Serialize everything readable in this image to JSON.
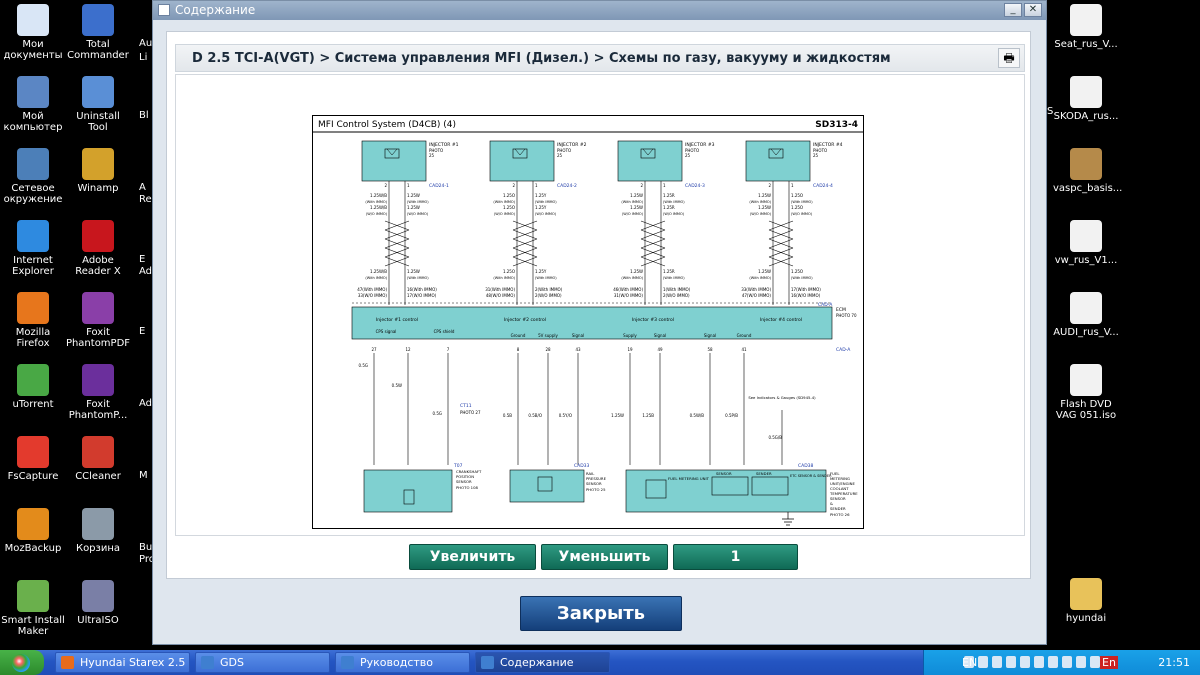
{
  "desktop": {
    "left_icons": [
      {
        "label": "Мои документы",
        "color": "#d9e6f6"
      },
      {
        "label": "Мой компьютер",
        "color": "#5b86c4"
      },
      {
        "label": "Сетевое окружение",
        "color": "#4c7fb8"
      },
      {
        "label": "Internet Explorer",
        "color": "#2e8ae0"
      },
      {
        "label": "Mozilla Firefox",
        "color": "#e7761c"
      },
      {
        "label": "uTorrent",
        "color": "#49a845"
      },
      {
        "label": "FsCapture",
        "color": "#e33a2d"
      },
      {
        "label": "MozBackup",
        "color": "#e38b1b"
      },
      {
        "label": "Smart Install Maker",
        "color": "#6ab04c"
      }
    ],
    "second_icons": [
      {
        "label": "Total Commander",
        "color": "#3c6fcc"
      },
      {
        "label": "Uninstall Tool",
        "color": "#5a8fd6"
      },
      {
        "label": "Winamp",
        "color": "#d3a12b"
      },
      {
        "label": "Adobe Reader X",
        "color": "#c8161d"
      },
      {
        "label": "Foxit PhantomPDF",
        "color": "#8a3fa8"
      },
      {
        "label": "Foxit PhantomP...",
        "color": "#6b2f9c"
      },
      {
        "label": "CCleaner",
        "color": "#d23b2d"
      },
      {
        "label": "Корзина",
        "color": "#8b9aa8"
      },
      {
        "label": "UltraISO",
        "color": "#7a7fa6"
      }
    ],
    "clipped_labels": [
      "Au",
      "Li",
      "Bl",
      "A",
      "Re",
      "E",
      "Adm",
      "E",
      "Ado",
      "M",
      "Bu",
      "Pro"
    ],
    "right_icons": [
      {
        "label": "Seat_rus_V...",
        "color": "#f2f2f2"
      },
      {
        "label": "SKODA_rus...",
        "color": "#f2f2f2"
      },
      {
        "label": "vaspc_basis...",
        "color": "#b58a4a"
      },
      {
        "label": "vw_rus_V1...",
        "color": "#f2f2f2"
      },
      {
        "label": "AUDI_rus_V...",
        "color": "#f2f2f2"
      },
      {
        "label": "Flash DVD VAG 051.iso",
        "color": "#f2f2f2"
      },
      {
        "label": "hyundai",
        "color": "#e8c25a"
      }
    ],
    "right_clipped": "S"
  },
  "window": {
    "title": "Содержание",
    "breadcrumb": "D 2.5 TCI-A(VGT) > Система управления MFI (Дизел.) > Схемы по газу, вакууму и жидкостям",
    "print_icon": "printer-icon",
    "buttons": {
      "zoom_in": "Увеличить",
      "zoom_out": "Уменьшить",
      "page": "1"
    },
    "close_label": "Закрыть"
  },
  "diagram": {
    "title": "MFI Control System (D4CB) (4)",
    "code": "SD313-4",
    "injectors": [
      {
        "label": "INJECTOR #1",
        "photo": "PHOTO 25",
        "conn": "CAD24-1",
        "wire1": "1.25W/B",
        "wire2": "1.25W",
        "ecm": "Injector #1 control",
        "pins1": "47(With IMMO) 33(W/O IMMO)",
        "pins2": "16(With IMMO) 17(W/O IMMO)"
      },
      {
        "label": "INJECTOR #2",
        "photo": "PHOTO 25",
        "conn": "CAD24-2",
        "wire1": "1.25O",
        "wire2": "1.25Y",
        "ecm": "Injector #2 control",
        "pins1": "31(With IMMO) 48(W/O IMMO)",
        "pins2": "2(With IMMO) 2(W/O IMMO)"
      },
      {
        "label": "INJECTOR #3",
        "photo": "PHOTO 25",
        "conn": "CAD24-3",
        "wire1": "1.25W",
        "wire2": "1.25R",
        "ecm": "Injector #3 control",
        "pins1": "46(With IMMO) 31(W/O IMMO)",
        "pins2": "1(With IMMO) 2(W/O IMMO)"
      },
      {
        "label": "INJECTOR #4",
        "photo": "PHOTO 25",
        "conn": "CAD24-4",
        "wire1": "1.25W",
        "wire2": "1.25O",
        "ecm": "Injector #4 control",
        "pins1": "33(With IMMO) 47(W/O IMMO)",
        "pins2": "17(With IMMO) 16(W/O IMMO)"
      }
    ],
    "ecm": {
      "label": "ECM",
      "photo": "PHOTO 70",
      "conn": "CAD-A"
    },
    "signals": [
      "CPS signal",
      "CPS shield",
      "Ground",
      "5V supply",
      "Signal",
      "Supply",
      "Signal",
      "Signal",
      "Ground"
    ],
    "pins": [
      "27",
      "12",
      "7",
      "8",
      "28",
      "43",
      "19",
      "49",
      "58",
      "41"
    ],
    "wires": [
      "0.5G",
      "0.5W",
      "0.5G",
      "0.5B",
      "0.5B/O",
      "0.5Y/O",
      "1.25W",
      "1.25B",
      "0.5W/B",
      "0.5P/B",
      "0.5G/B"
    ],
    "ct11": "CT11",
    "ct11_photo": "PHOTO 27",
    "see": "See Indicators & Gauges (SD945-4)",
    "sensors": [
      {
        "label": "CRANKSHAFT POSITION SENSOR",
        "photo": "PHOTO 108",
        "conn": "T07"
      },
      {
        "label": "RAIL PRESSURE SENSOR",
        "photo": "PHOTO 25",
        "conn": "CAD33"
      },
      {
        "label": "FUEL METERING UNIT/ENGINE COOLANT TEMPERATURE SENSOR & SENDER",
        "photo": "PHOTO 26",
        "conn": "CAD38"
      }
    ],
    "fmu": [
      "FUEL METERING UNIT",
      "SENSOR",
      "SENDER",
      "ETC SENSOR & SENDER"
    ]
  },
  "taskbar": {
    "start": "start",
    "tasks": [
      {
        "label": "Hyundai Starex 2.5 ...",
        "color": "#e76b1c"
      },
      {
        "label": "GDS",
        "color": "#3f7fd0"
      },
      {
        "label": "Руководство",
        "color": "#3f7fd0"
      },
      {
        "label": "Содержание",
        "color": "#3f7fd0"
      }
    ],
    "lang": "EN",
    "tray_lang": "En",
    "clock": "21:51"
  }
}
